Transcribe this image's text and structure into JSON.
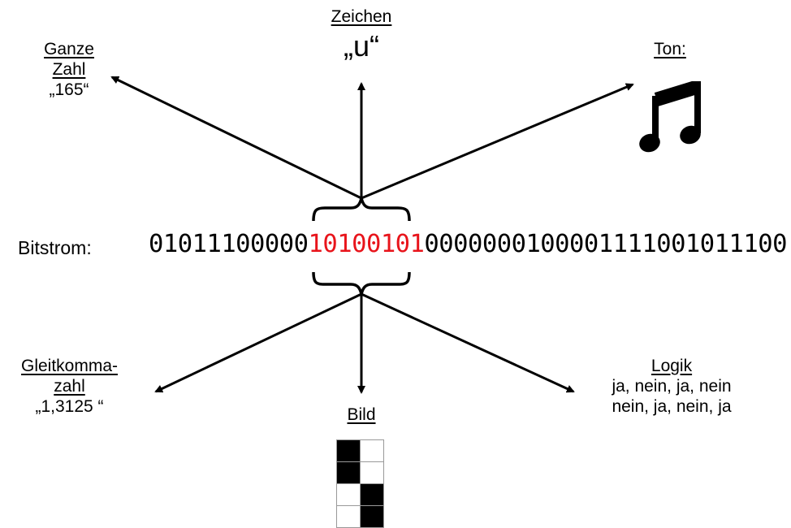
{
  "bitstream": {
    "label": "Bitstrom:",
    "prefix": "01011100000",
    "highlight": "10100101",
    "suffix": "0000000100001111001011100",
    "highlight_color": "#e8141b"
  },
  "interpretations": {
    "integer": {
      "title_line1": "Ganze",
      "title_line2": "Zahl",
      "value": "„165“"
    },
    "char": {
      "title": "Zeichen",
      "value": "„u“"
    },
    "sound": {
      "title": "Ton:",
      "icon": "music-note-icon"
    },
    "float": {
      "title_line1": "Gleitkomma-",
      "title_line2": "zahl",
      "value": "„1,3125 “"
    },
    "image": {
      "title": "Bild",
      "pixels": [
        [
          1,
          0
        ],
        [
          1,
          0
        ],
        [
          0,
          1
        ],
        [
          0,
          1
        ]
      ]
    },
    "logic": {
      "title": "Logik",
      "line1": "ja, nein, ja, nein",
      "line2": "nein, ja, nein, ja"
    }
  }
}
